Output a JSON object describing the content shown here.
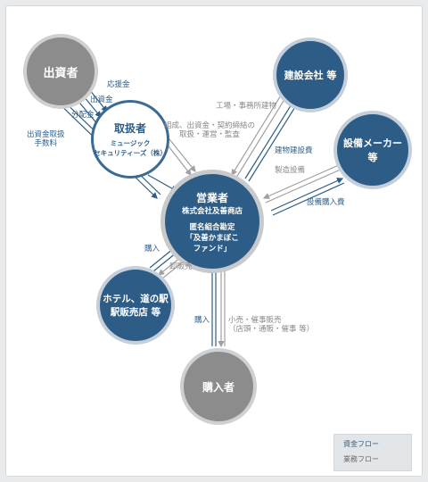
{
  "nodes": {
    "investor": "出資者",
    "handler_title": "取扱者",
    "handler_line1": "ミュージック",
    "handler_line2": "セキュリティーズ（株）",
    "operator_title": "営業者",
    "operator_company": "株式会社及善商店",
    "operator_type": "匿名組合勘定",
    "operator_fund_line1": "「及善かまぼこ",
    "operator_fund_line2": "ファンド」",
    "construction": "建設会社 等",
    "equipment_maker": "設備メーカー 等",
    "hotel_line1": "ホテル、道の駅",
    "hotel_line2": "駅販売店 等",
    "buyer": "購入者"
  },
  "labels": {
    "support_money": "応援金",
    "investment": "出資金",
    "distribution": "分配金",
    "fee_line1": "出資金取扱",
    "fee_line2": "手数料",
    "org_line1": "組成、出資金・契約締結の",
    "org_line2": "取扱・運営・監査",
    "factory": "工場・事務所建物",
    "construction_cost": "建物建設費",
    "manufacturing_equipment": "製造設備",
    "equipment_cost": "設備購入費",
    "purchase_hotel": "購入",
    "wholesale": "卸販売",
    "purchase_buyer": "購入",
    "retail_line1": "小売・催事販売",
    "retail_line2": "（店頭・通販・催事 等）"
  },
  "legend": {
    "money_flow": "資金フロー",
    "business_flow": "業務フロー"
  },
  "colors": {
    "money": "#2d5d86",
    "business": "#a0a0a0",
    "blue_node": "#2d5d86",
    "gray_node": "#8c8c8c"
  }
}
